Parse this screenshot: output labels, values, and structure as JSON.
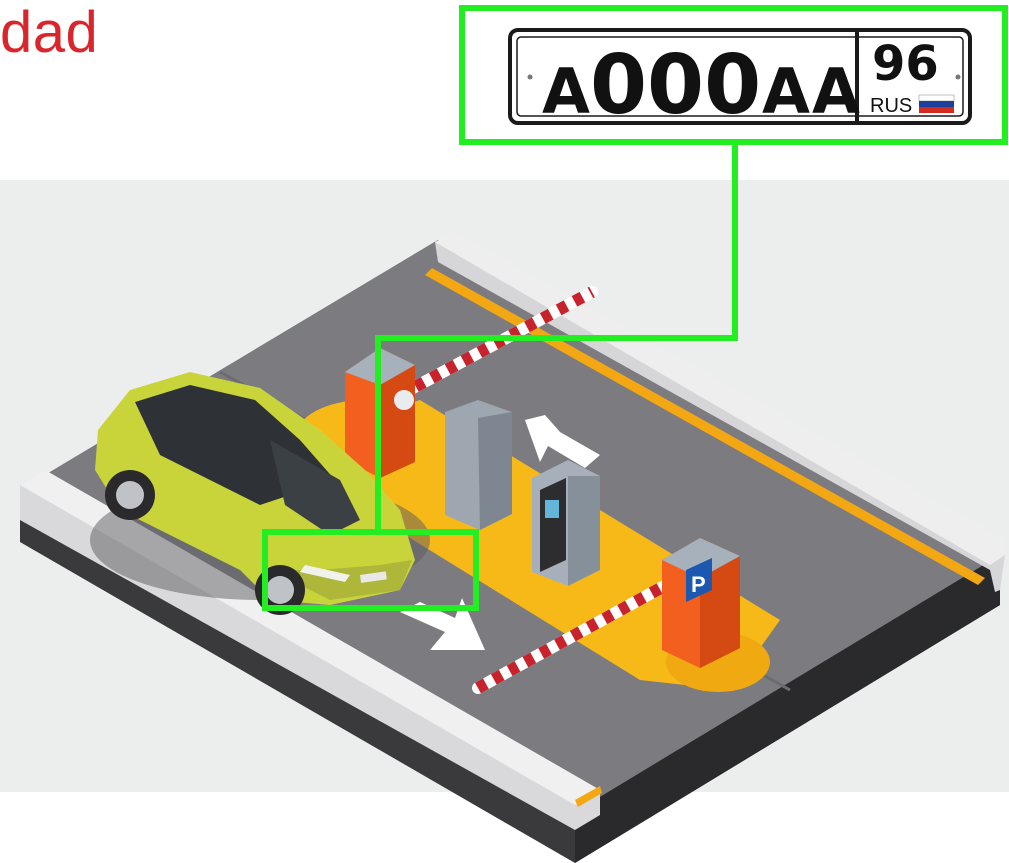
{
  "heading": {
    "text": "dad",
    "color": "#d8262c"
  },
  "license_plate": {
    "number": "A000AA",
    "number_first": "A",
    "number_digits": "000",
    "number_suffix": "AA",
    "region_code": "96",
    "country": "RUS",
    "flag_colors": [
      "#ffffff",
      "#1c3f9e",
      "#d52b1e"
    ]
  },
  "parking_sign": {
    "letter": "P"
  },
  "colors": {
    "highlight_box": "#22ee22",
    "background_panel": "#eceeee",
    "asphalt": "#7c7b80",
    "curb_light": "#dcdcdc",
    "platform_yellow": "#f7b918",
    "booth_orange": "#f35f1f",
    "kiosk_gray": "#9ea6b0",
    "car_body": "#c9d43b",
    "barrier_red": "#c8232c"
  }
}
